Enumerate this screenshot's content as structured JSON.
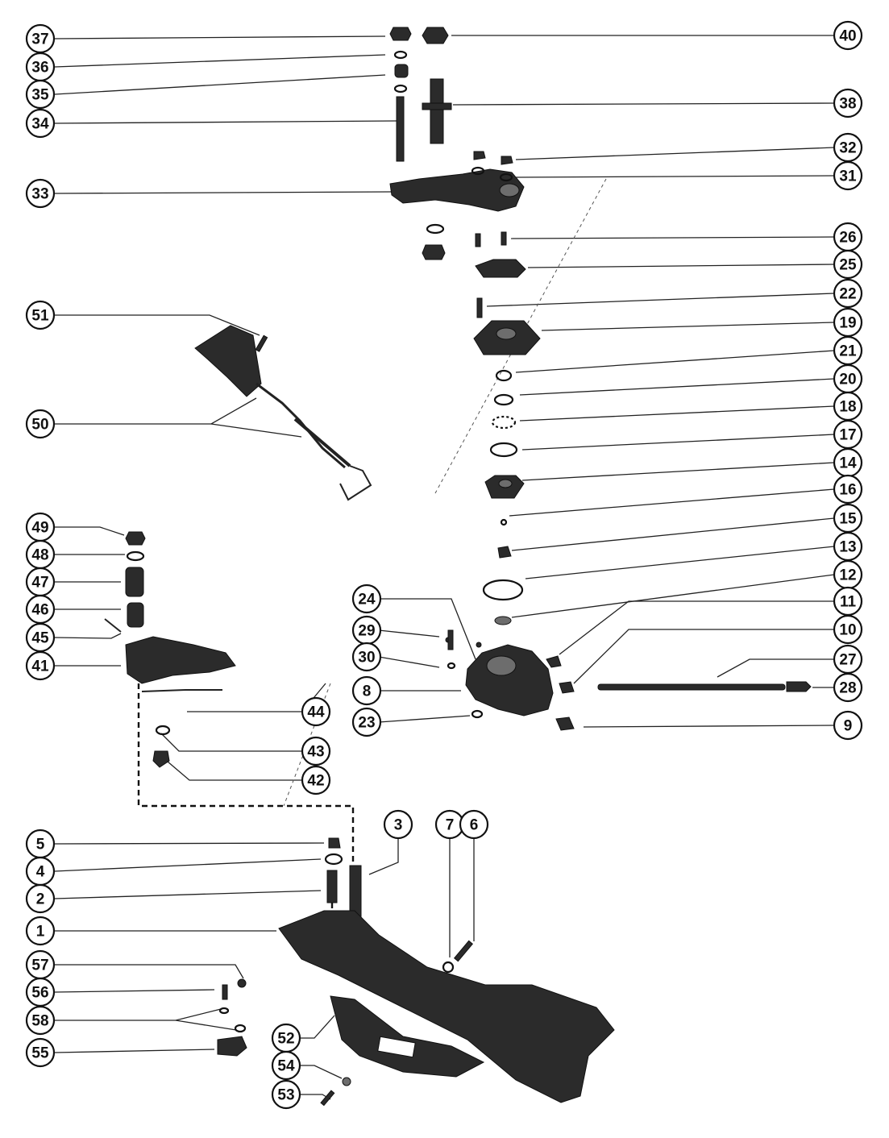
{
  "callouts": [
    {
      "id": "c37",
      "label": "37"
    },
    {
      "id": "c36",
      "label": "36"
    },
    {
      "id": "c35",
      "label": "35"
    },
    {
      "id": "c34",
      "label": "34"
    },
    {
      "id": "c33",
      "label": "33"
    },
    {
      "id": "c40",
      "label": "40"
    },
    {
      "id": "c38",
      "label": "38"
    },
    {
      "id": "c32",
      "label": "32"
    },
    {
      "id": "c31",
      "label": "31"
    },
    {
      "id": "c26",
      "label": "26"
    },
    {
      "id": "c25",
      "label": "25"
    },
    {
      "id": "c22",
      "label": "22"
    },
    {
      "id": "c19",
      "label": "19"
    },
    {
      "id": "c21",
      "label": "21"
    },
    {
      "id": "c20",
      "label": "20"
    },
    {
      "id": "c18",
      "label": "18"
    },
    {
      "id": "c17",
      "label": "17"
    },
    {
      "id": "c14",
      "label": "14"
    },
    {
      "id": "c16",
      "label": "16"
    },
    {
      "id": "c15",
      "label": "15"
    },
    {
      "id": "c13",
      "label": "13"
    },
    {
      "id": "c12",
      "label": "12"
    },
    {
      "id": "c11",
      "label": "11"
    },
    {
      "id": "c10",
      "label": "10"
    },
    {
      "id": "c27",
      "label": "27"
    },
    {
      "id": "c28",
      "label": "28"
    },
    {
      "id": "c9",
      "label": "9"
    },
    {
      "id": "c51",
      "label": "51"
    },
    {
      "id": "c50",
      "label": "50"
    },
    {
      "id": "c49",
      "label": "49"
    },
    {
      "id": "c48",
      "label": "48"
    },
    {
      "id": "c47",
      "label": "47"
    },
    {
      "id": "c46",
      "label": "46"
    },
    {
      "id": "c45",
      "label": "45"
    },
    {
      "id": "c41",
      "label": "41"
    },
    {
      "id": "c44",
      "label": "44"
    },
    {
      "id": "c43",
      "label": "43"
    },
    {
      "id": "c42",
      "label": "42"
    },
    {
      "id": "c24",
      "label": "24"
    },
    {
      "id": "c29",
      "label": "29"
    },
    {
      "id": "c30",
      "label": "30"
    },
    {
      "id": "c8",
      "label": "8"
    },
    {
      "id": "c23",
      "label": "23"
    },
    {
      "id": "c5",
      "label": "5"
    },
    {
      "id": "c4",
      "label": "4"
    },
    {
      "id": "c2",
      "label": "2"
    },
    {
      "id": "c1",
      "label": "1"
    },
    {
      "id": "c3",
      "label": "3"
    },
    {
      "id": "c7",
      "label": "7"
    },
    {
      "id": "c6",
      "label": "6"
    },
    {
      "id": "c57",
      "label": "57"
    },
    {
      "id": "c56",
      "label": "56"
    },
    {
      "id": "c58",
      "label": "58"
    },
    {
      "id": "c55",
      "label": "55"
    },
    {
      "id": "c52",
      "label": "52"
    },
    {
      "id": "c54",
      "label": "54"
    },
    {
      "id": "c53",
      "label": "53"
    }
  ],
  "colors": {
    "ink": "#111111",
    "part": "#2b2b2b",
    "background": "#ffffff"
  }
}
